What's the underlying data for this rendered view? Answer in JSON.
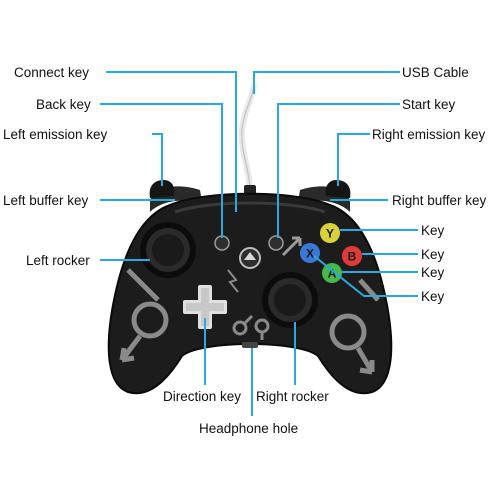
{
  "labels": {
    "connect_key": "Connect key",
    "back_key": "Back key",
    "left_emission_key": "Left emission key",
    "left_buffer_key": "Left buffer key",
    "left_rocker": "Left rocker",
    "usb_cable": "USB Cable",
    "start_key": "Start key",
    "right_emission_key": "Right emission key",
    "right_buffer_key": "Right buffer key",
    "key_y": "Key",
    "key_b": "Key",
    "key_a": "Key",
    "key_x": "Key",
    "direction_key": "Direction key",
    "right_rocker": "Right rocker",
    "headphone_hole": "Headphone hole"
  },
  "face_buttons": {
    "y": {
      "letter": "Y",
      "color": "#d8d23a"
    },
    "b": {
      "letter": "B",
      "color": "#e03a3a"
    },
    "a": {
      "letter": "A",
      "color": "#47b84a"
    },
    "x": {
      "letter": "X",
      "color": "#3a78d8"
    }
  },
  "colors": {
    "leader_line": "#29a9e0",
    "controller_body": "#1c1c1c",
    "body_print": "#7a7a7a"
  }
}
